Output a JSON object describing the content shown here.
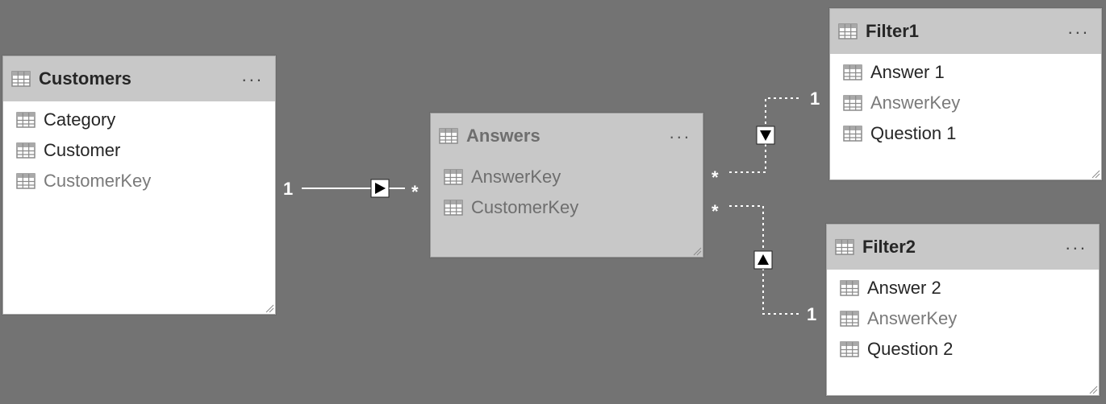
{
  "tables": [
    {
      "name": "Customers",
      "menu": "...",
      "fields": [
        {
          "label": "Category",
          "hidden": false
        },
        {
          "label": "Customer",
          "hidden": false
        },
        {
          "label": "CustomerKey",
          "hidden": true
        }
      ]
    },
    {
      "name": "Answers",
      "menu": "...",
      "fields": [
        {
          "label": "AnswerKey",
          "hidden": true
        },
        {
          "label": "CustomerKey",
          "hidden": true
        }
      ]
    },
    {
      "name": "Filter1",
      "menu": "...",
      "fields": [
        {
          "label": "Answer 1",
          "hidden": false
        },
        {
          "label": "AnswerKey",
          "hidden": true
        },
        {
          "label": "Question 1",
          "hidden": false
        }
      ]
    },
    {
      "name": "Filter2",
      "menu": "...",
      "fields": [
        {
          "label": "Answer 2",
          "hidden": false
        },
        {
          "label": "AnswerKey",
          "hidden": true
        },
        {
          "label": "Question 2",
          "hidden": false
        }
      ]
    }
  ],
  "relationships": [
    {
      "from": "Customers",
      "to": "Answers",
      "from_cardinality": "1",
      "to_cardinality": "*",
      "active": true,
      "filter_direction": "right"
    },
    {
      "from": "Filter1",
      "to": "Answers",
      "from_cardinality": "1",
      "to_cardinality": "*",
      "active": false,
      "filter_direction": "down"
    },
    {
      "from": "Filter2",
      "to": "Answers",
      "from_cardinality": "1",
      "to_cardinality": "*",
      "active": false,
      "filter_direction": "up"
    }
  ],
  "colors": {
    "canvas": "#737373",
    "header": "#c8c8c8",
    "inactive_card": "#c8c8c8",
    "line": "#ffffff"
  },
  "icons": {
    "table": "table-grid-icon",
    "field": "field-column-icon",
    "menu": "more-options-icon"
  }
}
